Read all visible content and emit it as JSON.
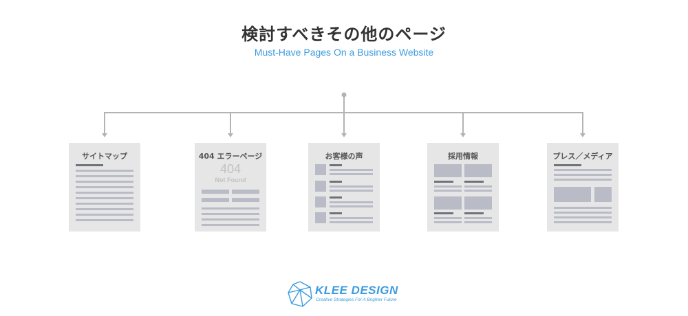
{
  "header": {
    "title": "検討すべきその他のページ",
    "subtitle": "Must-Have Pages On a Business Website"
  },
  "pages": [
    {
      "label": "サイトマップ"
    },
    {
      "label": "404 エラーページ",
      "code": "404",
      "status": "Not Found"
    },
    {
      "label": "お客様の声"
    },
    {
      "label": "採用情報"
    },
    {
      "label": "プレス／メディア"
    }
  ],
  "logo": {
    "name": "KLEE DESIGN",
    "tagline": "Creative Strategies For A Brighter Future"
  },
  "colors": {
    "accent": "#3b9be0",
    "connector": "#b3b3b3",
    "card": "#e6e6e6",
    "placeholder": "#b9bbc6",
    "placeholder_dark": "#6f7378"
  }
}
